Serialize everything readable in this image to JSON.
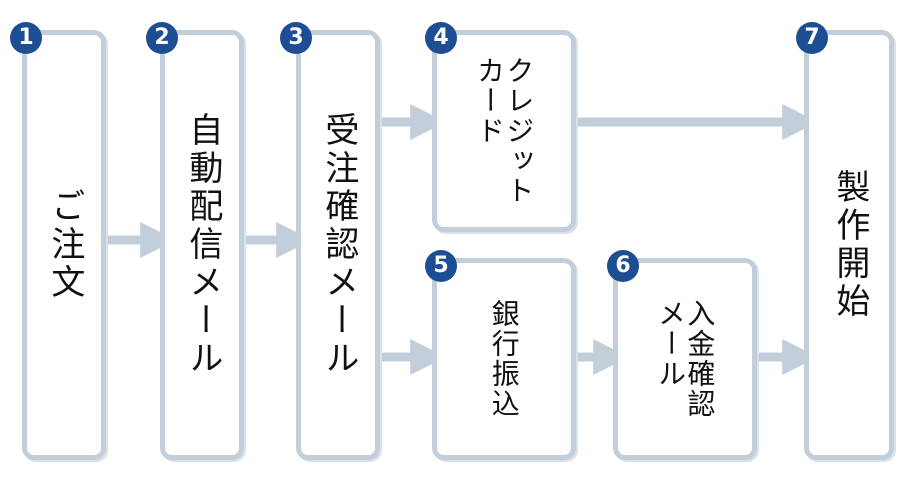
{
  "colors": {
    "box_border": "#c3cedb",
    "badge_fill": "#1d4e94",
    "arrow": "#c3cedb",
    "text": "#111111"
  },
  "steps": [
    {
      "num": "1",
      "label": "ご注文"
    },
    {
      "num": "2",
      "label": "自動配信メール"
    },
    {
      "num": "3",
      "label": "受注確認メール"
    },
    {
      "num": "4",
      "label": "クレジット\nカード"
    },
    {
      "num": "5",
      "label": "銀行振込"
    },
    {
      "num": "6",
      "label": "入金確認\nメール"
    },
    {
      "num": "7",
      "label": "製作開始"
    }
  ],
  "flows": [
    {
      "from": "1",
      "to": "2"
    },
    {
      "from": "2",
      "to": "3"
    },
    {
      "from": "3",
      "to": "4"
    },
    {
      "from": "3",
      "to": "5"
    },
    {
      "from": "4",
      "to": "7"
    },
    {
      "from": "5",
      "to": "6"
    },
    {
      "from": "6",
      "to": "7"
    }
  ]
}
